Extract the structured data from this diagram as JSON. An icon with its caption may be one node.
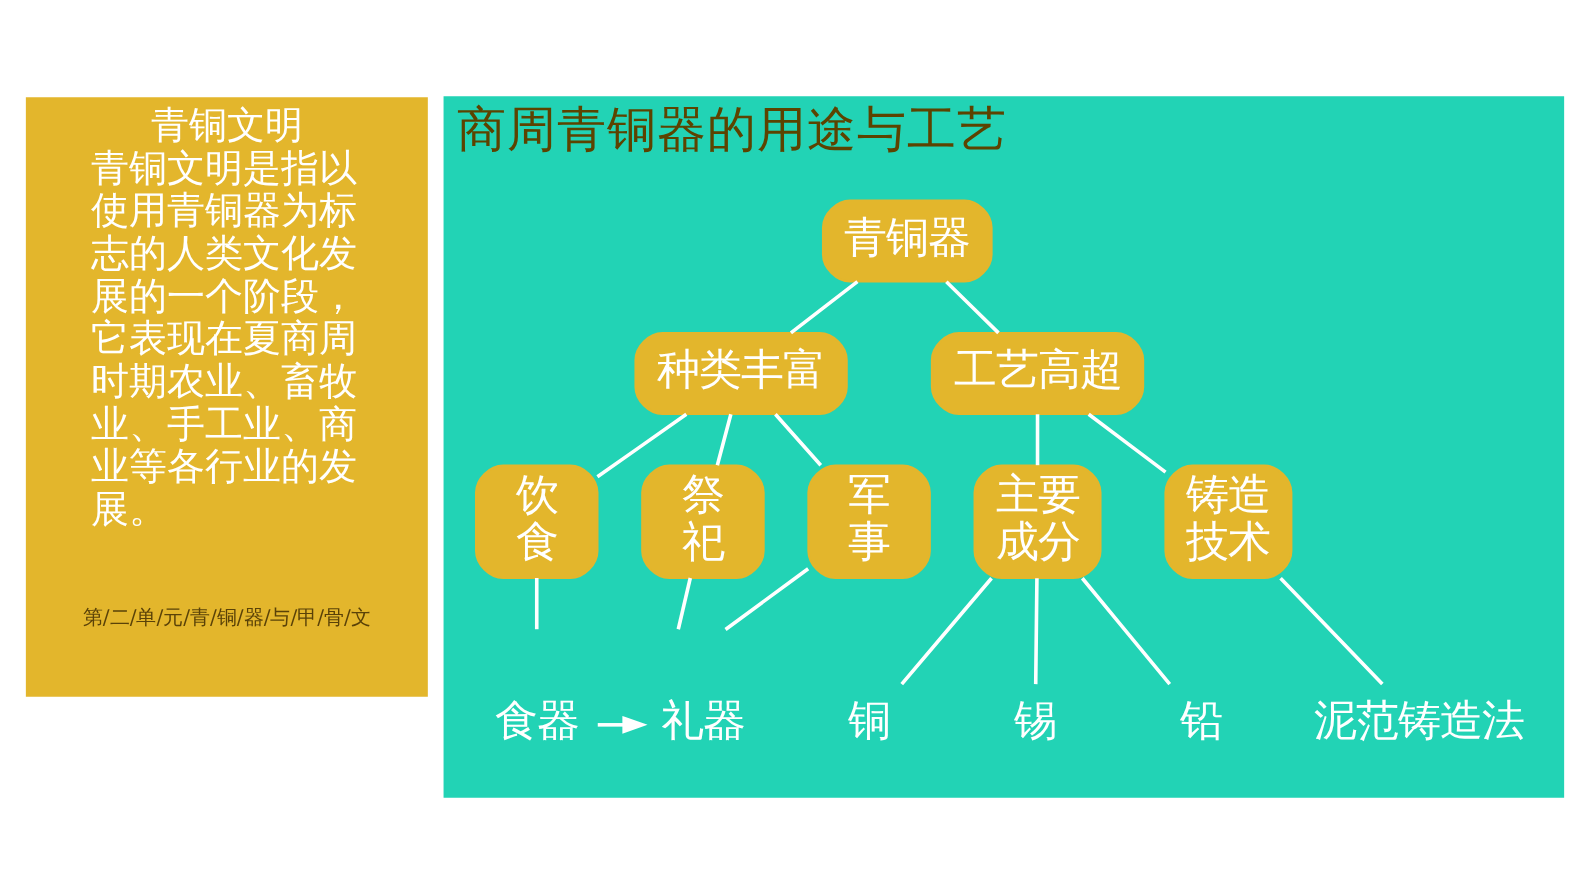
{
  "diagram": {
    "nodes": [
      {
        "text": [
          "青铜文明",
          "青铜文明是指以使用青铜器为标志的人类文化发展的一个阶段，它表现在夏商周时期农业、畜牧业、手工业、商业等各行业的发展。"
        ]
      },
      {
        "text": [
          "商周青铜器的用途与工艺"
        ]
      },
      {
        "text": [
          "青铜器"
        ],
        "in": 1
      },
      {
        "text": [
          "种类丰富"
        ],
        "in": 1
      },
      {
        "text": [
          "工艺高超"
        ],
        "in": 1
      },
      {
        "text": [
          "饮食"
        ],
        "in": 1
      },
      {
        "text": [
          "祭祀"
        ],
        "in": 1
      },
      {
        "text": [
          "军事"
        ],
        "in": 1
      },
      {
        "text": [
          "主要成分"
        ],
        "in": 1
      },
      {
        "text": [
          "铸造技术"
        ],
        "in": 1
      },
      {
        "text": [
          "食器"
        ],
        "in": 1
      },
      {
        "text": [
          "礼器"
        ],
        "in": 1
      },
      {
        "text": [
          "铜"
        ],
        "in": 1
      },
      {
        "text": [
          "锡"
        ],
        "in": 1
      },
      {
        "text": [
          "铅"
        ],
        "in": 1
      },
      {
        "text": [
          "泥范铸造法"
        ],
        "in": 1
      }
    ],
    "edges": [
      {
        "from": 2,
        "to": 3,
        "arrow": "none"
      },
      {
        "from": 2,
        "to": 4,
        "arrow": "none"
      },
      {
        "from": 3,
        "to": 5,
        "arrow": "none"
      },
      {
        "from": 3,
        "to": 6,
        "arrow": "none"
      },
      {
        "from": 3,
        "to": 7,
        "arrow": "none"
      },
      {
        "from": 4,
        "to": 8,
        "arrow": "none"
      },
      {
        "from": 4,
        "to": 9,
        "arrow": "none"
      },
      {
        "from": 5,
        "to": null,
        "arrow": "none"
      },
      {
        "from": 6,
        "to": null,
        "arrow": "none"
      },
      {
        "from": 7,
        "to": null,
        "arrow": "none"
      },
      {
        "from": 10,
        "to": 11,
        "arrow": "to"
      },
      {
        "from": 8,
        "to": 12,
        "arrow": "none"
      },
      {
        "from": 8,
        "to": 13,
        "arrow": "none"
      },
      {
        "from": 8,
        "to": 14,
        "arrow": "none"
      },
      {
        "from": 9,
        "to": 15,
        "arrow": "none"
      }
    ],
    "labels": [
      "第/二/单/元/青/铜/器/与/甲/骨/文"
    ]
  }
}
